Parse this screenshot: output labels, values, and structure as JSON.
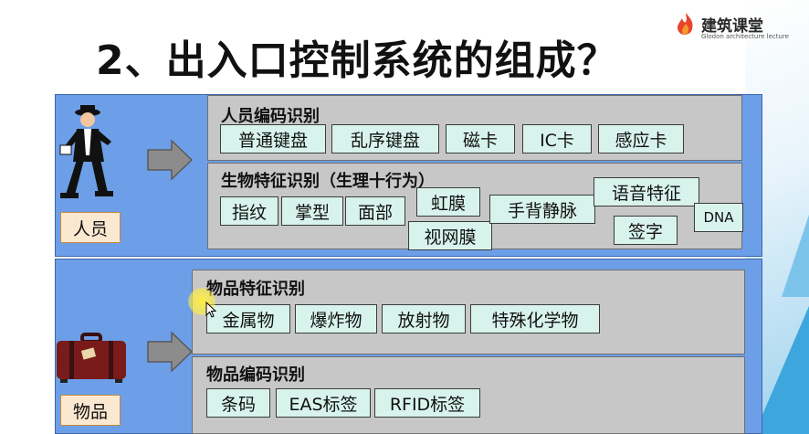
{
  "slide": {
    "title": "2、出入口控制系统的组成？",
    "logo": {
      "name": "建筑课堂",
      "sub": "Glodon architecture lecture",
      "icon": "flame-logo-icon"
    },
    "people": {
      "label": "人员",
      "icon": "walking-man-icon",
      "code_section": {
        "title": "人员编码识别",
        "items": [
          "普通键盘",
          "乱序键盘",
          "磁卡",
          "IC卡",
          "感应卡"
        ]
      },
      "bio_section": {
        "title": "生物特征识别（生理十行为）",
        "items": [
          "指纹",
          "掌型",
          "面部",
          "虹膜",
          "视网膜",
          "手背静脉",
          "语音特征",
          "签字",
          "DNA"
        ]
      }
    },
    "goods": {
      "label": "物品",
      "icon": "suitcase-icon",
      "feature_section": {
        "title": "物品特征识别",
        "items": [
          "金属物",
          "爆炸物",
          "放射物",
          "特殊化学物"
        ]
      },
      "code_section": {
        "title": "物品编码识别",
        "items": [
          "条码",
          "EAS标签",
          "RFID标签"
        ]
      }
    },
    "colors": {
      "panel": "#6d9fe8",
      "subpanel": "#c7c7c7",
      "chip": "#d8f3ec",
      "label": "#fbe8d0",
      "arrow": "#8c8c8c"
    }
  }
}
